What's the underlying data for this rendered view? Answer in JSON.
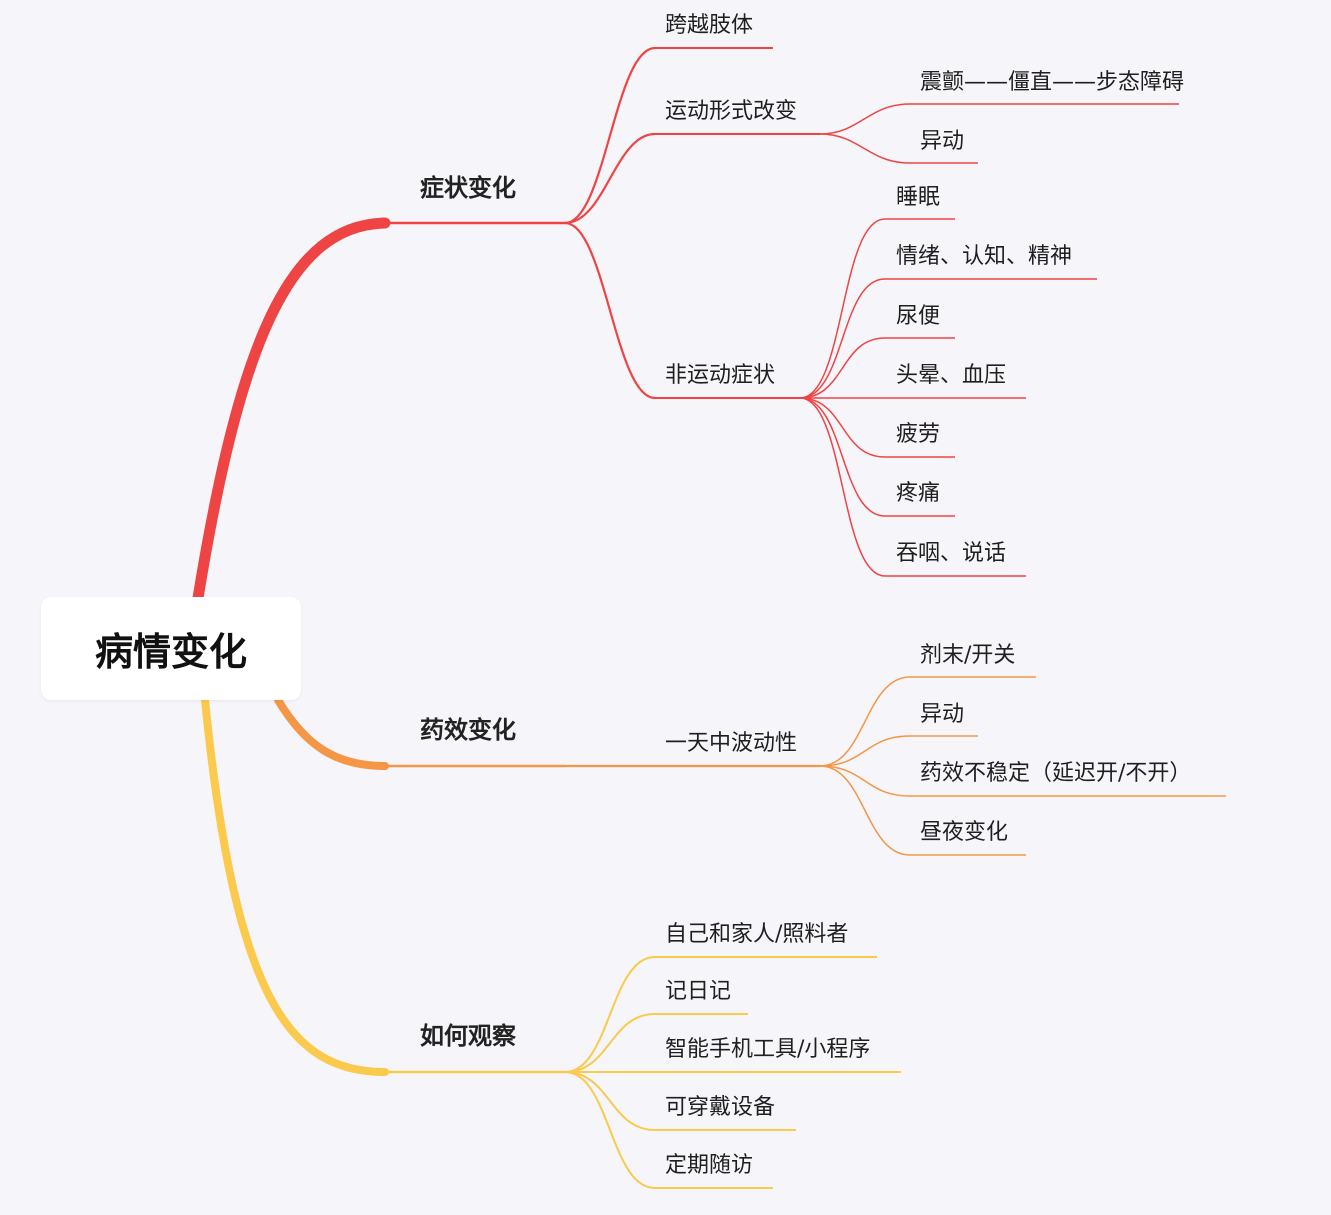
{
  "root": "病情变化",
  "colors": {
    "red": "#ef4444",
    "orange": "#f59646",
    "yellow": "#fbc94c",
    "background": "#f6f5f9"
  },
  "branches": [
    {
      "label": "症状变化",
      "color": "red",
      "children": [
        {
          "label": "跨越肢体",
          "children": []
        },
        {
          "label": "运动形式改变",
          "children": [
            "震颤——僵直——步态障碍",
            "异动"
          ]
        },
        {
          "label": "非运动症状",
          "children": [
            "睡眠",
            "情绪、认知、精神",
            "尿便",
            "头晕、血压",
            "疲劳",
            "疼痛",
            "吞咽、说话"
          ]
        }
      ]
    },
    {
      "label": "药效变化",
      "color": "orange",
      "children": [
        {
          "label": "一天中波动性",
          "children": [
            "剂末/开关",
            "异动",
            "药效不稳定（延迟开/不开）",
            "昼夜变化"
          ]
        }
      ]
    },
    {
      "label": "如何观察",
      "color": "yellow",
      "children": [
        {
          "label": "自己和家人/照料者",
          "children": []
        },
        {
          "label": "记日记",
          "children": []
        },
        {
          "label": "智能手机工具/小程序",
          "children": []
        },
        {
          "label": "可穿戴设备",
          "children": []
        },
        {
          "label": "定期随访",
          "children": []
        }
      ]
    }
  ]
}
